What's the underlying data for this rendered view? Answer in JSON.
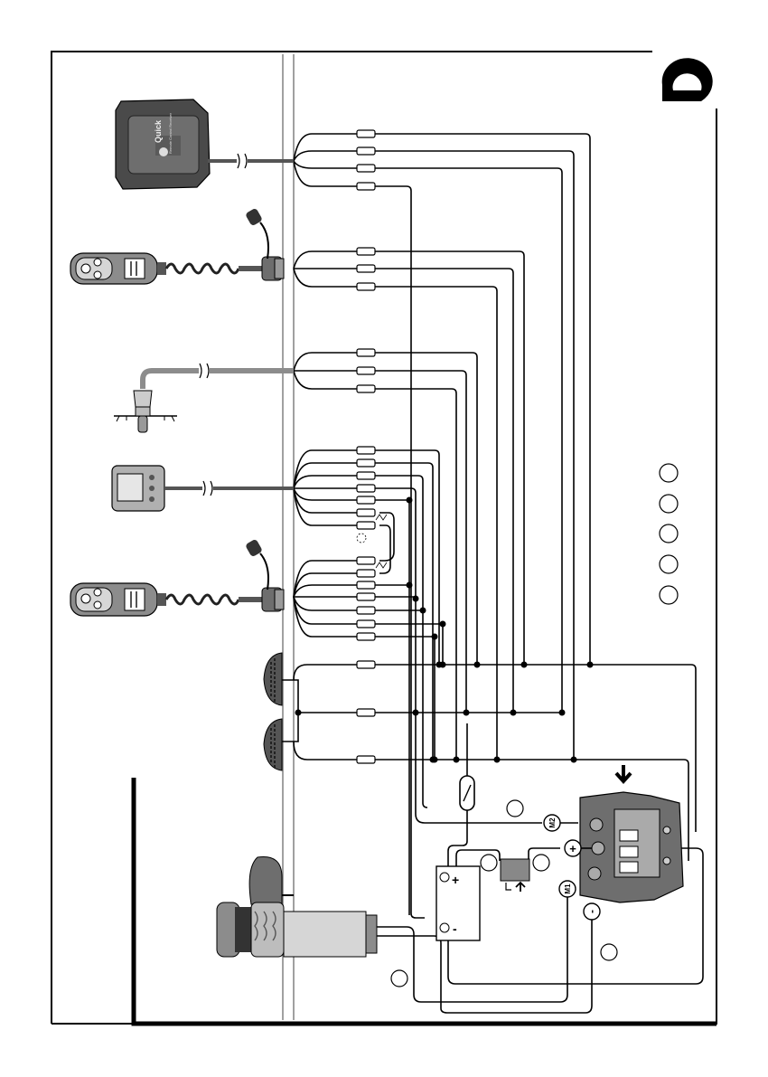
{
  "brand": {
    "logo_letter": "Q",
    "control_box_logo": "Quick",
    "control_box_model": "Remote Control Receiver"
  },
  "colors": {
    "ink": "#000000",
    "paper": "#ffffff",
    "device_dark": "#4a4a4a",
    "device_mid": "#8c8c8c",
    "device_light": "#d6d6d6",
    "deck_line": "#9a9a9a"
  },
  "battery": {
    "plus": "+",
    "minus": "-"
  },
  "contactor": {
    "terminal_m1": "M1",
    "terminal_m2": "M2",
    "terminal_plus": "+",
    "terminal_minus": "-"
  },
  "icons": [
    "quick-logo-icon",
    "fuse-icon",
    "circuit-breaker-icon",
    "down-arrow-icon"
  ],
  "wire_reference_circles": 5
}
